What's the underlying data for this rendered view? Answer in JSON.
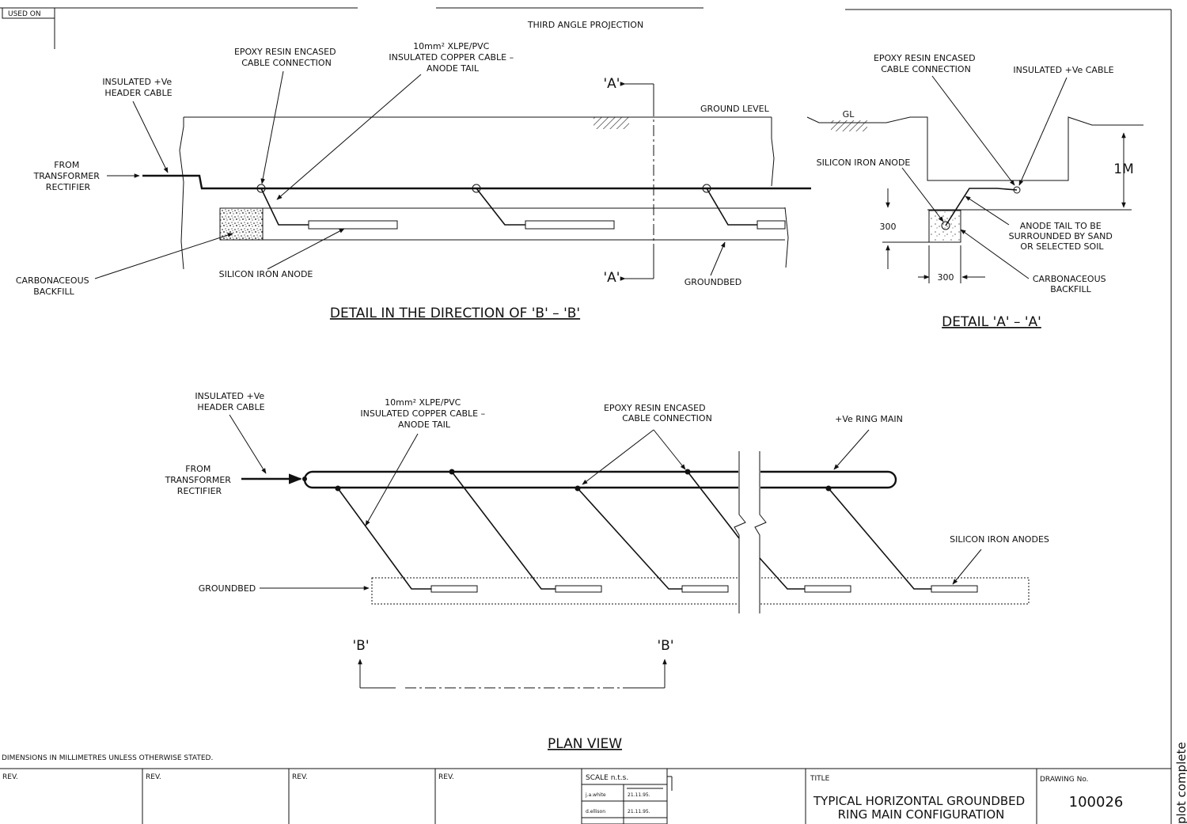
{
  "header": {
    "used_on": "USED ON",
    "projection": "THIRD ANGLE PROJECTION"
  },
  "detail_bb": {
    "title": "DETAIL IN THE DIRECTION OF 'B' – 'B'",
    "header_cable": [
      "INSULATED +Ve",
      "HEADER CABLE"
    ],
    "from": [
      "FROM",
      "TRANSFORMER",
      "RECTIFIER"
    ],
    "epoxy": [
      "EPOXY RESIN ENCASED",
      "CABLE CONNECTION"
    ],
    "copper": [
      "10mm² XLPE/PVC",
      "INSULATED COPPER CABLE –",
      "ANODE TAIL"
    ],
    "ground_level": "GROUND LEVEL",
    "section_a": "'A'",
    "backfill": [
      "CARBONACEOUS",
      "BACKFILL"
    ],
    "anode": "SILICON IRON ANODE",
    "groundbed": "GROUNDBED"
  },
  "detail_aa": {
    "title": "DETAIL 'A' – 'A'",
    "epoxy": [
      "EPOXY RESIN ENCASED",
      "CABLE CONNECTION"
    ],
    "cable": "INSULATED +Ve CABLE",
    "gl": "GL",
    "anode": "SILICON IRON ANODE",
    "depth": "1M",
    "dim_v": "300",
    "dim_h": "300",
    "tail": [
      "ANODE TAIL TO BE",
      "SURROUNDED BY SAND",
      "OR SELECTED SOIL"
    ],
    "backfill": [
      "CARBONACEOUS",
      "BACKFILL"
    ]
  },
  "plan": {
    "title": "PLAN VIEW",
    "header_cable": [
      "INSULATED +Ve",
      "HEADER CABLE"
    ],
    "copper": [
      "10mm² XLPE/PVC",
      "INSULATED COPPER CABLE –",
      "ANODE TAIL"
    ],
    "epoxy": [
      "EPOXY RESIN ENCASED",
      "CABLE CONNECTION"
    ],
    "ring_main": "+Ve RING MAIN",
    "from": [
      "FROM",
      "TRANSFORMER",
      "RECTIFIER"
    ],
    "anodes": "SILICON IRON ANODES",
    "groundbed": "GROUNDBED",
    "section_b": "'B'"
  },
  "footer": {
    "dims_note": "DIMENSIONS IN MILLIMETRES UNLESS OTHERWISE STATED.",
    "rev": "REV.",
    "scale": "SCALE  n.t.s.",
    "names": [
      "j.a.white",
      "d.ellison"
    ],
    "dates": [
      "21.11.95.",
      "21.11.95."
    ],
    "title_label": "TITLE",
    "title": [
      "TYPICAL HORIZONTAL GROUNDBED",
      "RING MAIN CONFIGURATION"
    ],
    "drawing_label": "DRAWING No.",
    "drawing_no": "100026",
    "margin_text": "plot complete"
  }
}
